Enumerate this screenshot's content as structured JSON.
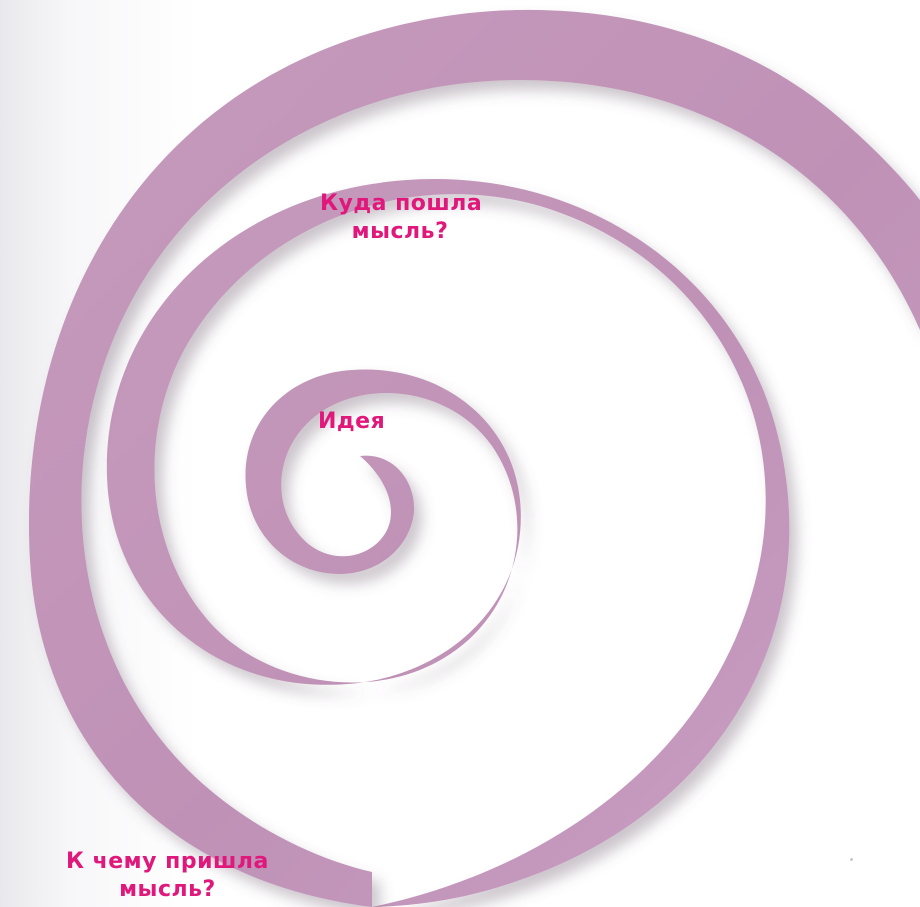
{
  "colors": {
    "spiral": "#c093b8",
    "spiral_light": "#cba3c5",
    "label": "#e0187c",
    "background": "#ffffff"
  },
  "labels": {
    "where_line1": "Куда пошла",
    "where_line2": "мысль?",
    "idea": "Идея",
    "result_line1": "К чему пришла",
    "result_line2": "мысль?"
  }
}
